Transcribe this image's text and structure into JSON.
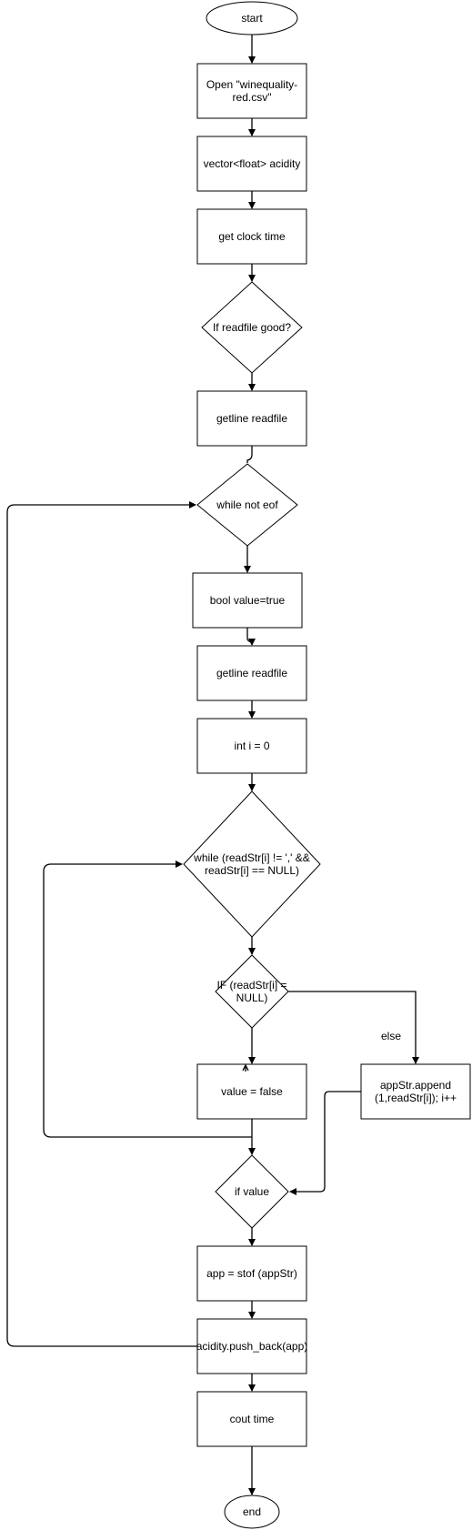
{
  "nodes": {
    "start": "start",
    "open_file": "Open \"winequality-red.csv\"",
    "vector_acidity": "vector<float> acidity",
    "get_clock": "get clock time",
    "if_good": "If readfile good?",
    "getline1": "getline readfile",
    "while_eof": "while not eof",
    "bool_value": "bool value=true",
    "getline2": "getline readfile",
    "int_i": "int i = 0",
    "while_read": "while (readStr[i] != ',' &&\nreadStr[i] == NULL)",
    "if_null": "IF (readStr[i] =\nNULL)",
    "value_false": "value = false",
    "append": "appStr.append\n(1,readStr[i]); i++",
    "if_value": "if value",
    "stof": "app = stof (appStr)",
    "push_back": "acidity.push_back(app)",
    "cout_time": "cout time",
    "end": "end"
  },
  "edges": {
    "else_label": "else"
  }
}
